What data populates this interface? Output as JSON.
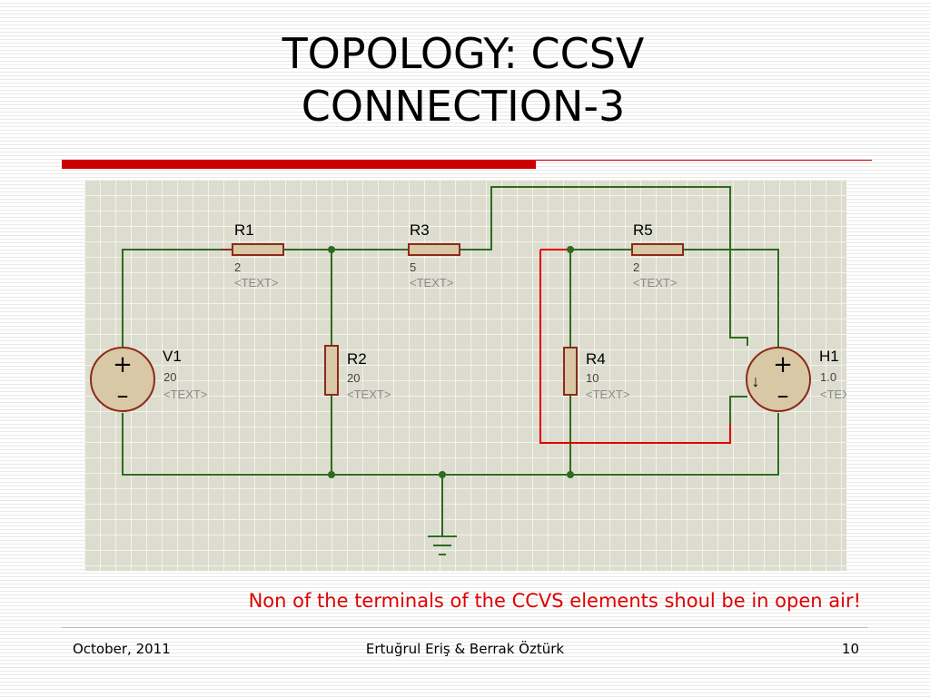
{
  "slide": {
    "title_line1": "TOPOLOGY: CCSV",
    "title_line2": "CONNECTION-3",
    "note": "Non of the terminals of the CCVS elements shoul be in open air!"
  },
  "schematic": {
    "components": {
      "R1": {
        "name": "R1",
        "value": "2",
        "text": "<TEXT>"
      },
      "R3": {
        "name": "R3",
        "value": "5",
        "text": "<TEXT>"
      },
      "R5": {
        "name": "R5",
        "value": "2",
        "text": "<TEXT>"
      },
      "R2": {
        "name": "R2",
        "value": "20",
        "text": "<TEXT>"
      },
      "R4": {
        "name": "R4",
        "value": "10",
        "text": "<TEXT>"
      },
      "V1": {
        "name": "V1",
        "value": "20",
        "text": "<TEXT>"
      },
      "H1": {
        "name": "H1",
        "value": "1.0",
        "text": "<TEXT>"
      }
    },
    "symbols": {
      "plus": "+",
      "minus": "–",
      "current_arrow": "↓"
    },
    "colors": {
      "wire": "#2f6b1f",
      "highlight_wire": "#e00000",
      "component": "#8b2a1a",
      "component_fill": "#d9c8a6"
    }
  },
  "footer": {
    "date": "October, 2011",
    "authors": "Ertuğrul Eriş & Berrak Öztürk",
    "page": "10"
  }
}
